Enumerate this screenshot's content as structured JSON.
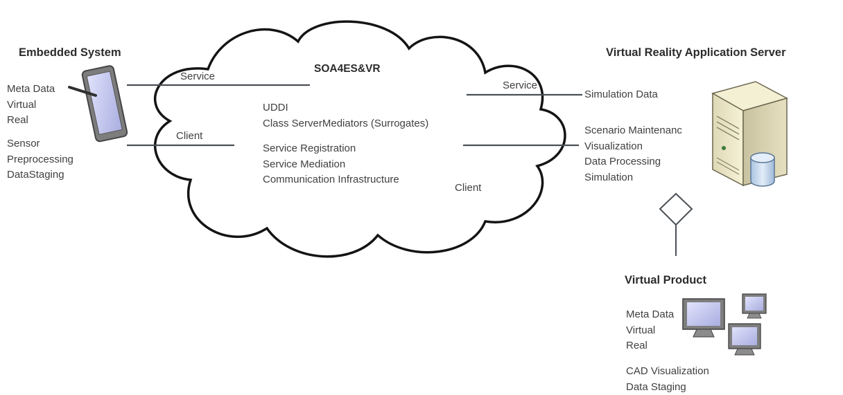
{
  "cloud": {
    "title": "SOA4ES&VR",
    "top_lines": [
      "UDDI",
      "Class ServerMediators (Surrogates)"
    ],
    "bottom_lines": [
      "Service Registration",
      "Service Mediation",
      "Communication Infrastructure"
    ],
    "left_service": "Service",
    "left_client": "Client",
    "right_service": "Service",
    "right_client": "Client"
  },
  "embedded": {
    "title": "Embedded System",
    "data_lines": [
      "Meta Data",
      "Virtual",
      "Real"
    ],
    "function_lines": [
      "Sensor",
      "Preprocessing",
      "DataStaging"
    ],
    "icon": "tablet-device-icon"
  },
  "vr_server": {
    "title": "Virtual Reality Application Server",
    "data_label": "Simulation Data",
    "function_lines": [
      "Scenario Maintenanc",
      "Visualization",
      "Data Processing",
      "Simulation"
    ],
    "icon": "server-tower-icon"
  },
  "virtual_product": {
    "title": "Virtual Product",
    "data_lines": [
      "Meta Data",
      "Virtual",
      "Real"
    ],
    "function_lines": [
      "CAD Visualization",
      "Data Staging"
    ],
    "icon": "computer-monitors-icon"
  },
  "colors": {
    "line": "#4a4f55",
    "cloud_stroke": "#141414",
    "screen": "#c6c9f0",
    "server_body": "#f1ecc7",
    "db": "#c7d9ee"
  }
}
